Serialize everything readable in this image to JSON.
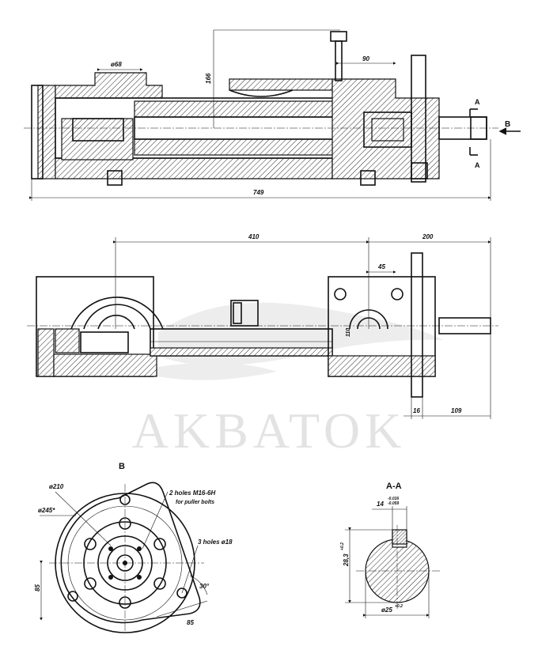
{
  "watermark": "AKBATOK",
  "top_view": {
    "dim_d68": "ø68",
    "dim_166": "166",
    "dim_90": "90",
    "dim_749": "749",
    "section_mark_a": "A",
    "view_mark_b": "B"
  },
  "middle_view": {
    "dim_410": "410",
    "dim_200": "200",
    "dim_45": "45",
    "dim_110": "110",
    "dim_16": "16",
    "dim_109": "109"
  },
  "view_b": {
    "title": "B",
    "dim_d210": "ø210",
    "dim_d245": "ø245*",
    "note_holes_m16_line1": "2 holes M16-6H",
    "note_holes_m16_line2": "for puller bolts",
    "note_holes_d18": "3 holes ø18",
    "dim_85_vertical": "85",
    "dim_85_angled": "85",
    "dim_30deg": "30°"
  },
  "section_aa": {
    "title": "A-A",
    "dim_14": "14",
    "tol_14_upper": "-0.016",
    "tol_14_lower": "-0.059",
    "dim_28": "28,3",
    "tol_28": "+0.2",
    "dim_d25": "ø25",
    "tol_d25": "+0.2"
  }
}
